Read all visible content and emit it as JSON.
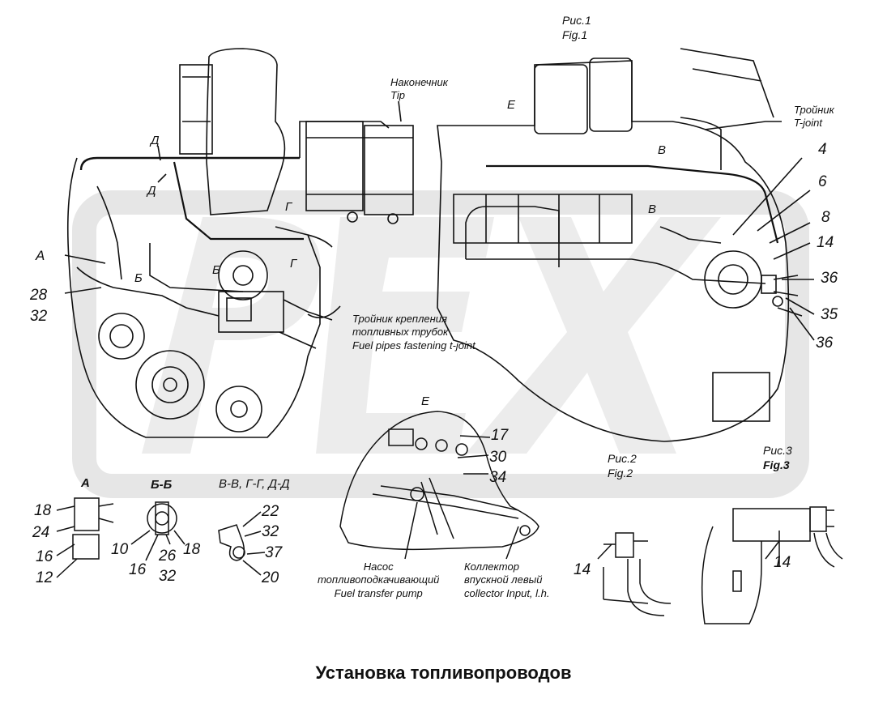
{
  "figures": {
    "fig1": [
      "Рис.1",
      "Fig.1"
    ],
    "fig2": [
      "Рис.2",
      "Fig.2"
    ],
    "fig3": [
      "Рис.3",
      "Fig.3"
    ]
  },
  "callouts": {
    "tip": [
      "Наконечник",
      "Tip"
    ],
    "tjoint": [
      "Тройник",
      "T-joint"
    ],
    "fastening": [
      "Тройник крепления",
      "топливных трубок",
      "Fuel pipes fastening t-joint"
    ],
    "pump": [
      "Насос",
      "топливоподкачивающий",
      "Fuel transfer pump"
    ],
    "collector": [
      "Коллектор",
      "впускной левый",
      "collector Input, l.h."
    ]
  },
  "section_marks": {
    "E_top": "E",
    "D1": "Д",
    "D2": "Д",
    "G1": "Г",
    "G2": "Г",
    "V1": "В",
    "V2": "В",
    "B1": "Б",
    "B2": "Б",
    "A": "А",
    "E_detail": "E"
  },
  "section_titles": {
    "A": "А",
    "BB": "Б-Б",
    "VV": "В-В, Г-Г, Д-Д"
  },
  "parts": {
    "p4": "4",
    "p6": "6",
    "p8": "8",
    "p14a": "14",
    "p36a": "36",
    "p35": "35",
    "p36b": "36",
    "p28": "28",
    "p32a": "32",
    "p17": "17",
    "p30": "30",
    "p34": "34",
    "a18": "18",
    "a24": "24",
    "a16": "16",
    "a12": "12",
    "b10": "10",
    "b16": "16",
    "b26": "26",
    "b18": "18",
    "b32": "32",
    "v22": "22",
    "v32": "32",
    "v37": "37",
    "v20": "20",
    "f2_14": "14",
    "f3_14": "14"
  },
  "watermark_text": "PEX",
  "title": "Установка топливопроводов"
}
